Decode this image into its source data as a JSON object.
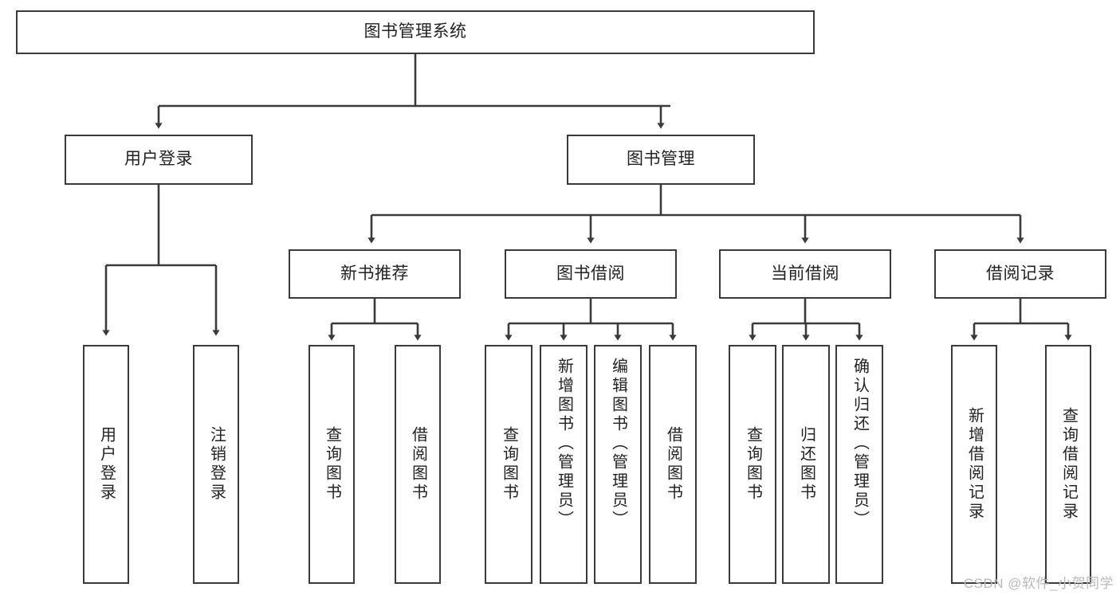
{
  "diagram": {
    "type": "tree",
    "title": "图书管理系统",
    "watermark": "CSDN @软件_小贺同学",
    "colors": {
      "box_border": "#3a3a3a",
      "box_fill": "#ffffff",
      "connector": "#3a3a3a",
      "text": "#222222",
      "watermark": "#b9b9b9"
    },
    "root": {
      "label": "图书管理系统"
    },
    "level2": [
      {
        "id": "user-login",
        "label": "用户登录"
      },
      {
        "id": "book-manage",
        "label": "图书管理"
      }
    ],
    "level3": [
      {
        "id": "new-book-recommend",
        "label": "新书推荐",
        "parent": "book-manage"
      },
      {
        "id": "book-borrow",
        "label": "图书借阅",
        "parent": "book-manage"
      },
      {
        "id": "current-borrow",
        "label": "当前借阅",
        "parent": "book-manage"
      },
      {
        "id": "borrow-record",
        "label": "借阅记录",
        "parent": "book-manage"
      }
    ],
    "leaves": {
      "user-login": [
        {
          "id": "leaf-user-login",
          "label": "用户登录"
        },
        {
          "id": "leaf-user-logout",
          "label": "注销登录"
        }
      ],
      "new-book-recommend": [
        {
          "id": "leaf-query-book-1",
          "label": "查询图书"
        },
        {
          "id": "leaf-borrow-book-1",
          "label": "借阅图书"
        }
      ],
      "book-borrow": [
        {
          "id": "leaf-query-book-2",
          "label": "查询图书"
        },
        {
          "id": "leaf-add-book",
          "label": "新增图书（管理员）"
        },
        {
          "id": "leaf-edit-book",
          "label": "编辑图书（管理员）"
        },
        {
          "id": "leaf-borrow-book-2",
          "label": "借阅图书"
        }
      ],
      "current-borrow": [
        {
          "id": "leaf-query-book-3",
          "label": "查询图书"
        },
        {
          "id": "leaf-return-book",
          "label": "归还图书"
        },
        {
          "id": "leaf-confirm-return",
          "label": "确认归还（管理员）"
        }
      ],
      "borrow-record": [
        {
          "id": "leaf-add-record",
          "label": "新增借阅记录"
        },
        {
          "id": "leaf-query-record",
          "label": "查询借阅记录"
        }
      ]
    }
  }
}
